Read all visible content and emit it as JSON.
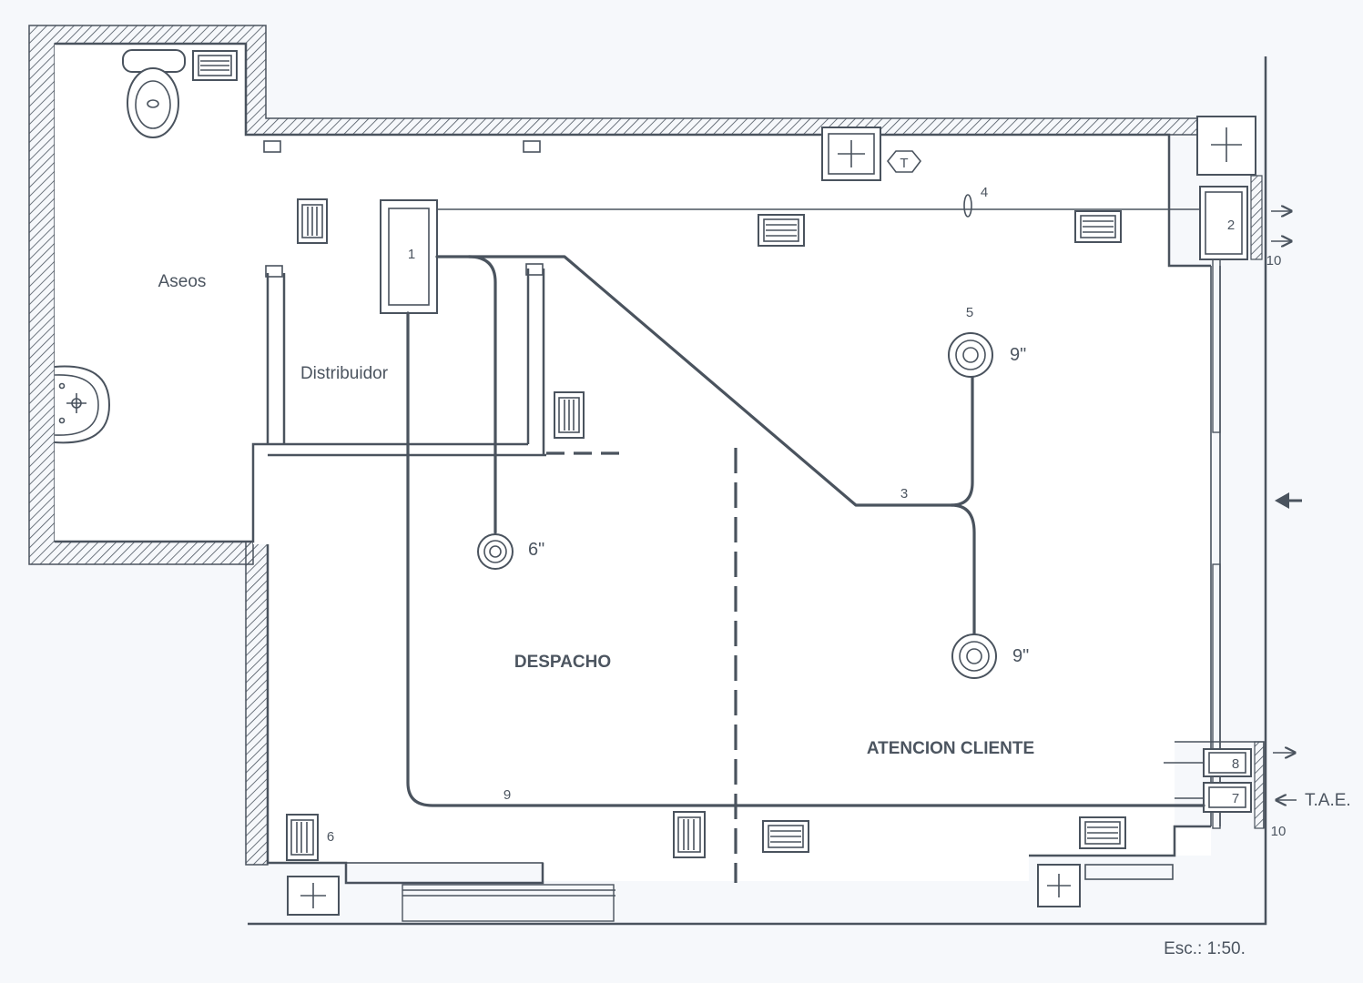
{
  "rooms": {
    "aseos": "Aseos",
    "distribuidor": "Distribuidor",
    "despacho": "DESPACHO",
    "atencion": "ATENCION CLIENTE"
  },
  "unit_labels": {
    "n1": "1",
    "n2": "2",
    "n3": "3",
    "n4": "4",
    "n5": "5",
    "n6": "6",
    "n7": "7",
    "n8": "8",
    "n9": "9",
    "n10a": "10",
    "n10b": "10"
  },
  "diffusers": {
    "d6": "6\"",
    "d9a": "9\"",
    "d9b": "9\""
  },
  "tae_label": "T.A.E.",
  "thermostat_symbol": "T",
  "scale": "Esc.: 1:50.",
  "icons": [
    "toilet-icon",
    "washbasin-icon",
    "extract-grille-icon",
    "thermostat-icon",
    "airflow-arrow-icon"
  ],
  "colors": {
    "ink": "#4a535e",
    "paper": "#ffffff",
    "background": "#eef2f8"
  }
}
